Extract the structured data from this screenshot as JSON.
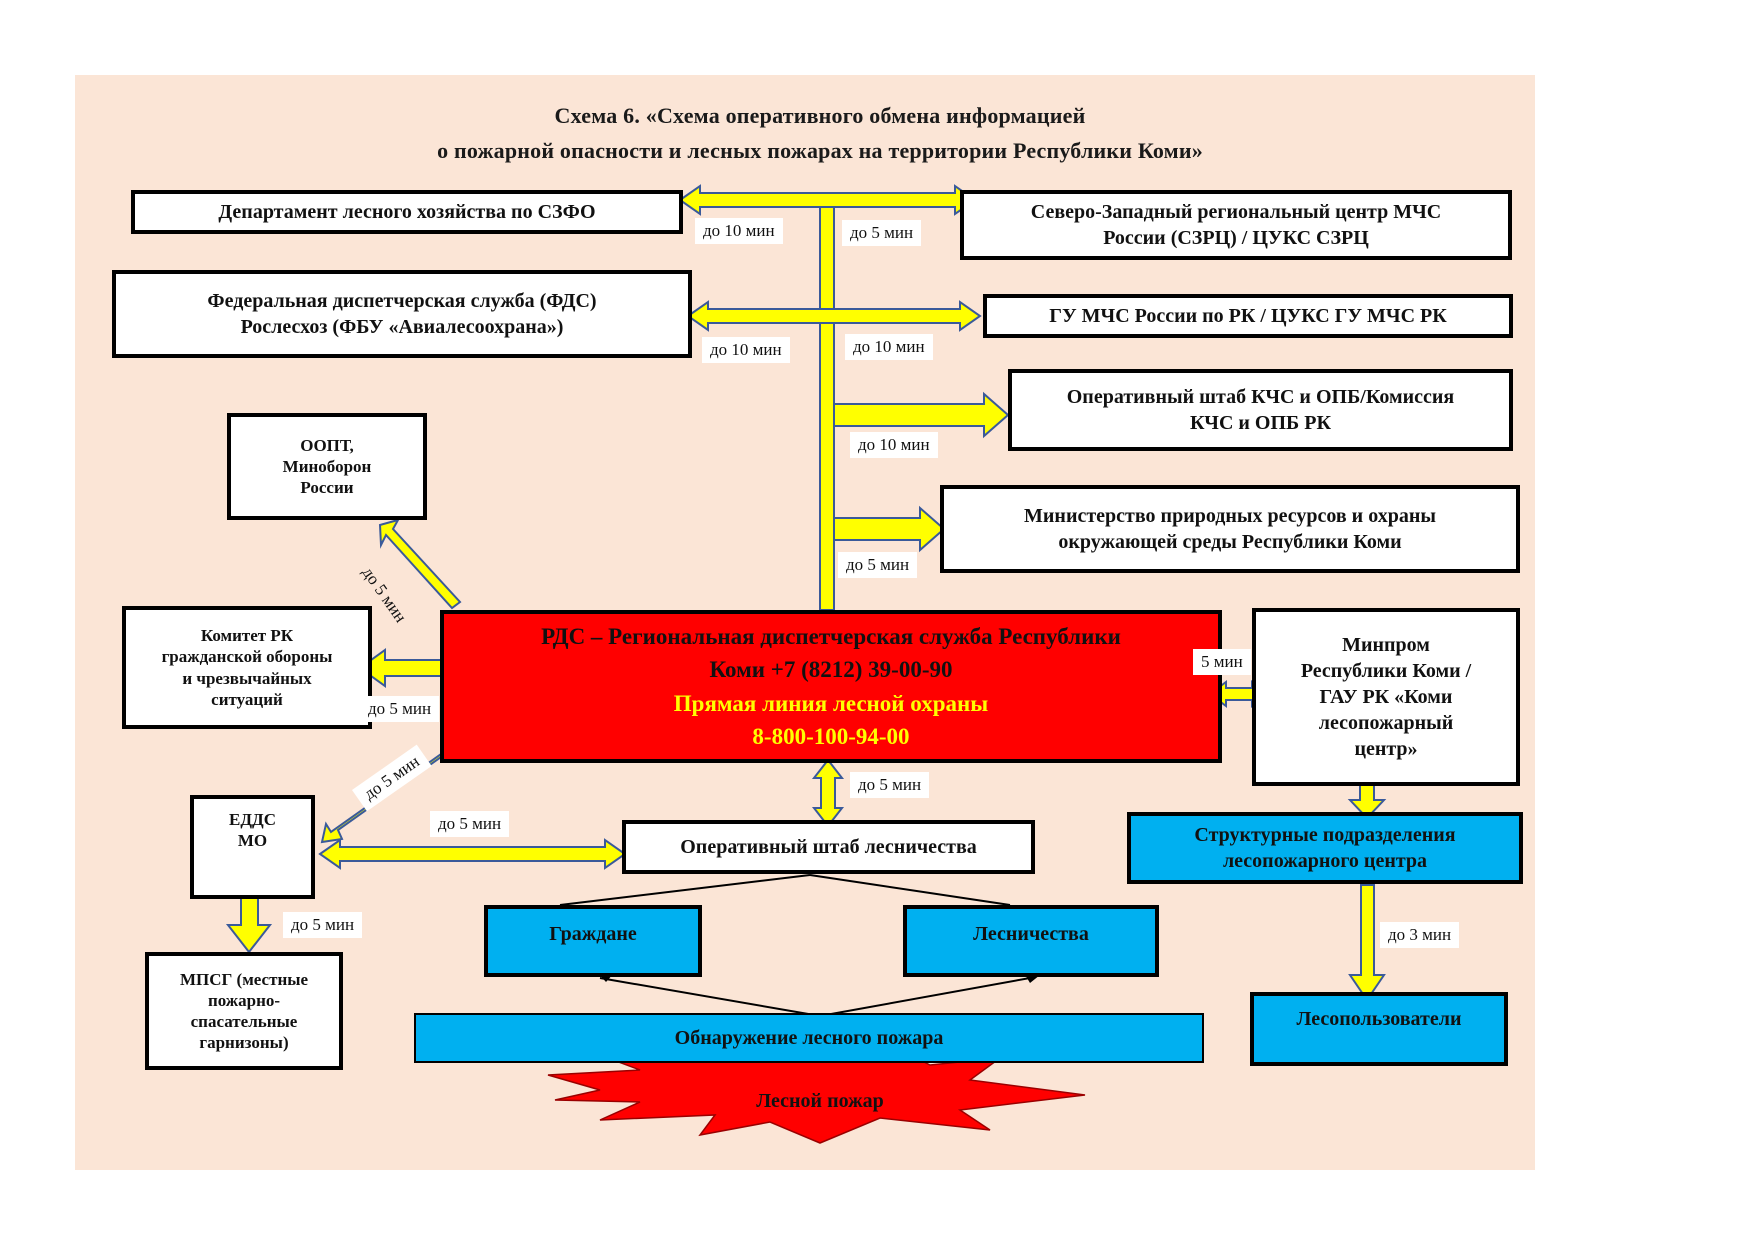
{
  "title": {
    "line1": "Схема 6.   «Схема оперативного обмена информацией",
    "line2": "о пожарной опасности и лесных пожарах на территории Республики Коми»"
  },
  "boxes": {
    "dept_forest": "Департамент лесного хозяйства по СЗФО",
    "szrc_line1": "Северо-Западный региональный центр МЧС",
    "szrc_line2": "России (СЗРЦ) / ЦУКС СЗРЦ",
    "fds_line1": "Федеральная диспетчерская служба (ФДС)",
    "fds_line2": "Рослесхоз (ФБУ «Авиалесоохрана»)",
    "gu_mchs": "ГУ МЧС России по РК / ЦУКС ГУ МЧС РК",
    "kchs_line1": "Оперативный штаб КЧС и ОПБ/Комиссия",
    "kchs_line2": "КЧС и ОПБ РК",
    "oopt_line1": "ООПТ,",
    "oopt_line2": "Миноборон",
    "oopt_line3": "России",
    "minprir_line1": "Министерство природных ресурсов и охраны",
    "minprir_line2": "окружающей среды Республики Коми",
    "komitet_line1": "Комитет  РК",
    "komitet_line2": "гражданской обороны",
    "komitet_line3": "и чрезвычайных",
    "komitet_line4": "ситуаций",
    "rds_line1": "РДС – Региональная диспетчерская служба Республики",
    "rds_line2": "Коми +7 (8212) 39-00-90",
    "rds_line3": "Прямая линия лесной охраны",
    "rds_line4": "8-800-100-94-00",
    "minprom_line1": "Минпром",
    "minprom_line2": "Республики Коми /",
    "minprom_line3": "ГАУ РК «Коми",
    "minprom_line4": "лесопожарный",
    "minprom_line5": "центр»",
    "edds_line1": "ЕДДС",
    "edds_line2": "МО",
    "op_shtab": "Оперативный штаб лесничества",
    "struct_line1": "Структурные подразделения",
    "struct_line2": "лесопожарного центра",
    "grazhdane": "Граждане",
    "lesnichestva": "Лесничества",
    "mpsg_line1": "МПСГ (местные",
    "mpsg_line2": "пожарно-",
    "mpsg_line3": "спасательные",
    "mpsg_line4": "гарнизоны)",
    "obnaruzhenie": "Обнаружение лесного пожара",
    "lesopolzovateli": "Лесопользователи",
    "lesnoy_pozhar": "Лесной пожар"
  },
  "labels": {
    "dept_forest": "до 10 мин",
    "szrc": "до 5 мин",
    "fds": "до 10 мин",
    "gu_mchs": "до 10 мин",
    "kchs": "до 10 мин",
    "minprir": "до 5 мин",
    "oopt": "до 5 мин",
    "komitet": "до 5 мин",
    "edds_diag": "до 5 мин",
    "edds_shtab": "до 5 мин",
    "minprom": "5 мин",
    "op_shtab": "до 5 мин",
    "mpsg": "до 5 мин",
    "lesopolzovateli": "до 3 мин"
  },
  "colors": {
    "background": "#fbe5d6",
    "arrow_fill": "#ffff00",
    "arrow_stroke": "#3a5a9a",
    "rds_fill": "#ff0000",
    "rds_highlight": "#ffff00",
    "blue_box": "#00b0f0",
    "fire": "#ff0000"
  }
}
